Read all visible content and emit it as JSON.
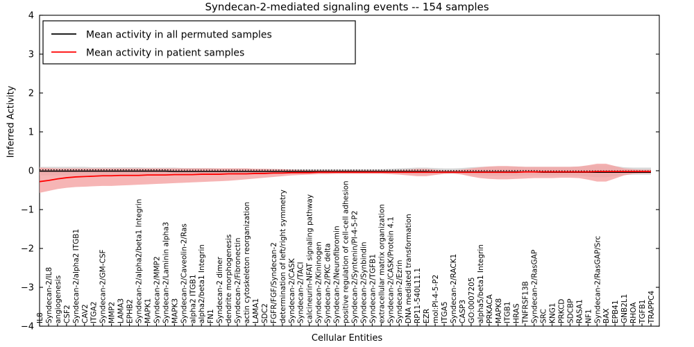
{
  "chart_data": {
    "type": "line",
    "title": "Syndecan-2-mediated signaling events -- 154 samples",
    "xlabel": "Cellular Entities",
    "ylabel": "Inferred Activity",
    "ylim": [
      -4,
      4
    ],
    "yticks": [
      -4,
      -3,
      -2,
      -1,
      0,
      1,
      2,
      3,
      4
    ],
    "ytick_labels": [
      "−4",
      "−3",
      "−2",
      "−1",
      "0",
      "1",
      "2",
      "3",
      "4"
    ],
    "grid": false,
    "legend_position": "upper left",
    "sample_count": 154,
    "legend": [
      {
        "label": "Mean activity in all permuted samples",
        "color": "#000000",
        "style": "solid"
      },
      {
        "label": "Mean activity in patient samples",
        "color": "#ff0000",
        "style": "solid"
      }
    ],
    "categories": [
      "IL8",
      "Syndecan-2/IL8",
      "angiogenesis",
      "CSF2",
      "Syndecan-2/alpha2 ITGB1",
      "CAV2",
      "ITGA2",
      "Syndecan-2/GM-CSF",
      "MMP2",
      "LAMA3",
      "EPHB2",
      "Syndecan-2/alpha2/beta1 Integrin",
      "MAPK1",
      "Syndecan-2/MMP2",
      "Syndecan-2/Laminin alpha3",
      "MAPK3",
      "Syndecan-2/Caveolin-2/Ras",
      "alpha2 ITGB1",
      "alpha2/beta1 Integrin",
      "FN1",
      "Syndecan-2 dimer",
      "dendrite morphogenesis",
      "Syndecan-2/Fibronectin",
      "actin cytoskeleton reorganization",
      "LAMA1",
      "SDC2",
      "FGFR/FGF/Syndecan-2",
      "determination of left/right symmetry",
      "Syndecan-2/CASK",
      "Syndecan-2/TACI",
      "calcineurin-NFAT signaling pathway",
      "Syndecan-2/Kininogen",
      "Syndecan-2/PKC delta",
      "Syndecan-2/Neurofibromin",
      "positive regulation of cell-cell adhesion",
      "Syndecan-2/Syntenin/PI-4-5-P2",
      "Syndecan-2/Synbindin",
      "Syndecan-2/TGFB1",
      "extracellular matrix organization",
      "Syndecan-2/CASK/Protein 4.1",
      "Syndecan-2/Ezrin",
      "DNA mediated transformation",
      "RP11-540L11.1",
      "EZR",
      "mol:PI-4-5-P2",
      "ITGA5",
      "Syndecan-2/RACK1",
      "CASP3",
      "GO:0007205",
      "alpha5/beta1 Integrin",
      "PRKACA",
      "MAPK8",
      "ITGB1",
      "HRAS",
      "TNFRSF13B",
      "Syndecan-2/RasGAP",
      "SRC",
      "KNG1",
      "PRKCD",
      "SDCBP",
      "RASA1",
      "NF1",
      "Syndecan-2/RasGAP/Src",
      "BAX",
      "EPB41",
      "GNB2L1",
      "RHOA",
      "TGFB1",
      "TRAPPC4"
    ],
    "series": [
      {
        "name": "Mean activity in all permuted samples",
        "color": "#000000",
        "band_color": "#cccccc",
        "values": [
          -0.01,
          -0.01,
          -0.01,
          -0.01,
          -0.01,
          -0.01,
          -0.01,
          -0.01,
          -0.01,
          -0.01,
          -0.01,
          -0.01,
          -0.01,
          -0.01,
          -0.01,
          -0.02,
          -0.02,
          -0.02,
          -0.02,
          -0.02,
          -0.02,
          -0.02,
          -0.02,
          -0.02,
          -0.02,
          -0.02,
          -0.02,
          -0.02,
          -0.02,
          -0.02,
          -0.02,
          -0.02,
          -0.02,
          -0.02,
          -0.02,
          -0.02,
          -0.02,
          -0.02,
          -0.02,
          -0.02,
          -0.02,
          -0.02,
          -0.02,
          -0.02,
          -0.03,
          -0.03,
          -0.03,
          -0.03,
          -0.03,
          -0.03,
          -0.03,
          -0.03,
          -0.03,
          -0.03,
          -0.03,
          -0.03,
          -0.04,
          -0.04,
          -0.04,
          -0.04,
          -0.04,
          -0.04,
          -0.04,
          -0.04,
          -0.04,
          -0.04,
          -0.04,
          -0.04,
          -0.04
        ],
        "band_lower": [
          -0.12,
          -0.12,
          -0.12,
          -0.12,
          -0.12,
          -0.12,
          -0.11,
          -0.11,
          -0.11,
          -0.11,
          -0.11,
          -0.11,
          -0.1,
          -0.1,
          -0.1,
          -0.1,
          -0.09,
          -0.09,
          -0.09,
          -0.09,
          -0.08,
          -0.08,
          -0.08,
          -0.08,
          -0.07,
          -0.07,
          -0.07,
          -0.06,
          -0.06,
          -0.06,
          -0.06,
          -0.06,
          -0.06,
          -0.06,
          -0.06,
          -0.06,
          -0.06,
          -0.06,
          -0.06,
          -0.07,
          -0.08,
          -0.09,
          -0.1,
          -0.1,
          -0.09,
          -0.08,
          -0.08,
          -0.09,
          -0.11,
          -0.12,
          -0.13,
          -0.13,
          -0.13,
          -0.13,
          -0.12,
          -0.12,
          -0.12,
          -0.12,
          -0.12,
          -0.12,
          -0.13,
          -0.15,
          -0.17,
          -0.17,
          -0.14,
          -0.11,
          -0.1,
          -0.1,
          -0.1
        ],
        "band_upper": [
          0.1,
          0.1,
          0.1,
          0.1,
          0.1,
          0.1,
          0.09,
          0.09,
          0.09,
          0.09,
          0.09,
          0.09,
          0.08,
          0.08,
          0.08,
          0.08,
          0.07,
          0.07,
          0.07,
          0.07,
          0.06,
          0.06,
          0.06,
          0.06,
          0.05,
          0.05,
          0.05,
          0.04,
          0.04,
          0.04,
          0.04,
          0.04,
          0.04,
          0.04,
          0.04,
          0.04,
          0.04,
          0.04,
          0.04,
          0.05,
          0.06,
          0.07,
          0.08,
          0.08,
          0.07,
          0.06,
          0.06,
          0.07,
          0.09,
          0.1,
          0.11,
          0.11,
          0.11,
          0.11,
          0.1,
          0.1,
          0.1,
          0.1,
          0.1,
          0.1,
          0.11,
          0.13,
          0.15,
          0.15,
          0.12,
          0.09,
          0.08,
          0.08,
          0.08
        ]
      },
      {
        "name": "Mean activity in patient samples",
        "color": "#ff0000",
        "band_color": "#f4a3a3",
        "values": [
          -0.28,
          -0.25,
          -0.21,
          -0.18,
          -0.16,
          -0.15,
          -0.14,
          -0.13,
          -0.13,
          -0.12,
          -0.12,
          -0.12,
          -0.11,
          -0.11,
          -0.11,
          -0.1,
          -0.1,
          -0.1,
          -0.09,
          -0.09,
          -0.09,
          -0.08,
          -0.08,
          -0.08,
          -0.07,
          -0.07,
          -0.06,
          -0.06,
          -0.05,
          -0.05,
          -0.05,
          -0.04,
          -0.04,
          -0.04,
          -0.04,
          -0.04,
          -0.04,
          -0.04,
          -0.04,
          -0.04,
          -0.04,
          -0.04,
          -0.04,
          -0.04,
          -0.04,
          -0.04,
          -0.04,
          -0.04,
          -0.04,
          -0.04,
          -0.04,
          -0.04,
          -0.04,
          -0.04,
          -0.03,
          -0.03,
          -0.03,
          -0.03,
          -0.03,
          -0.03,
          -0.03,
          -0.03,
          -0.02,
          -0.02,
          -0.02,
          -0.02,
          -0.02,
          -0.02,
          -0.02
        ],
        "band_lower": [
          -0.57,
          -0.52,
          -0.47,
          -0.44,
          -0.42,
          -0.41,
          -0.4,
          -0.39,
          -0.39,
          -0.38,
          -0.37,
          -0.36,
          -0.35,
          -0.34,
          -0.33,
          -0.32,
          -0.31,
          -0.3,
          -0.29,
          -0.28,
          -0.27,
          -0.26,
          -0.24,
          -0.22,
          -0.2,
          -0.18,
          -0.16,
          -0.14,
          -0.12,
          -0.11,
          -0.1,
          -0.09,
          -0.09,
          -0.08,
          -0.08,
          -0.08,
          -0.08,
          -0.08,
          -0.08,
          -0.09,
          -0.1,
          -0.12,
          -0.14,
          -0.14,
          -0.11,
          -0.08,
          -0.07,
          -0.1,
          -0.15,
          -0.19,
          -0.21,
          -0.22,
          -0.22,
          -0.21,
          -0.2,
          -0.19,
          -0.19,
          -0.19,
          -0.18,
          -0.18,
          -0.19,
          -0.23,
          -0.28,
          -0.28,
          -0.2,
          -0.12,
          -0.08,
          -0.07,
          -0.07
        ],
        "band_upper": [
          0.08,
          0.07,
          0.06,
          0.06,
          0.06,
          0.06,
          0.06,
          0.06,
          0.06,
          0.06,
          0.06,
          0.06,
          0.06,
          0.06,
          0.06,
          0.06,
          0.06,
          0.06,
          0.06,
          0.06,
          0.06,
          0.06,
          0.06,
          0.06,
          0.05,
          0.05,
          0.04,
          0.04,
          0.03,
          0.02,
          0.01,
          0.01,
          0.01,
          0.01,
          0.01,
          0.01,
          0.01,
          0.01,
          0.01,
          0.01,
          0.02,
          0.03,
          0.05,
          0.05,
          0.03,
          0.01,
          0.01,
          0.03,
          0.06,
          0.09,
          0.11,
          0.12,
          0.12,
          0.11,
          0.1,
          0.1,
          0.1,
          0.1,
          0.1,
          0.1,
          0.11,
          0.14,
          0.18,
          0.18,
          0.12,
          0.06,
          0.04,
          0.03,
          0.03
        ]
      }
    ]
  }
}
